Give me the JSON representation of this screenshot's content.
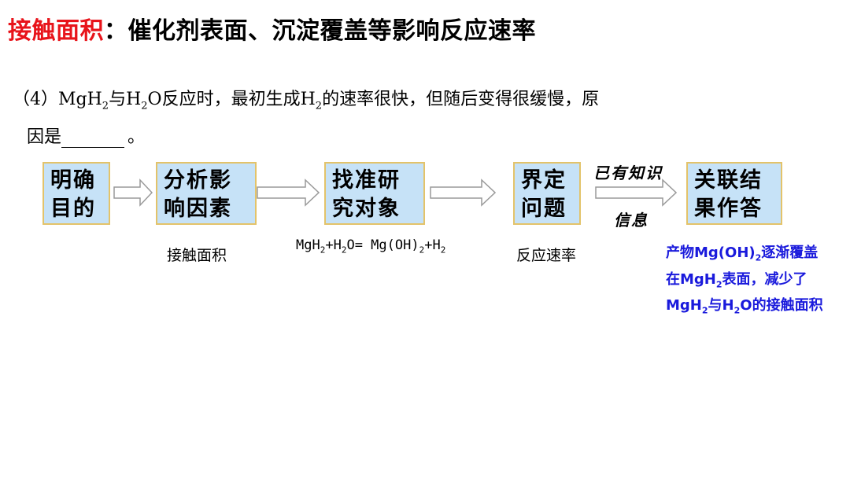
{
  "title": {
    "highlight": "接触面积",
    "rest": "：催化剂表面、沉淀覆盖等影响反应速率"
  },
  "question": {
    "prefix": "（4）MgH",
    "s1": "2",
    "p2": "与H",
    "s2": "2",
    "p3": "O反应时，最初生成H",
    "s3": "2",
    "p4": "的速率很快，但随后变得很缓慢，原",
    "line2_start": "因是",
    "line2_end": "。"
  },
  "steps": [
    {
      "line1": "明确",
      "line2": "目的"
    },
    {
      "line1": "分析影",
      "line2": "响因素"
    },
    {
      "line1": "找准研",
      "line2": "究对象"
    },
    {
      "line1": "界定",
      "line2": "问题"
    },
    {
      "line1": "关联结",
      "line2": "果作答"
    }
  ],
  "known_info": {
    "top": "已有知识",
    "bottom": "信息"
  },
  "notes": {
    "factor": "接触面积",
    "problem": "反应速率"
  },
  "formula": {
    "a": "MgH",
    "a_sub": "2",
    "b": "+H",
    "b_sub": "2",
    "c": "O= Mg(OH)",
    "c_sub": "2",
    "d": "+H",
    "d_sub": "2"
  },
  "result": {
    "l1a": "产物Mg(OH)",
    "l1s": "2",
    "l1b": "逐渐覆盖",
    "l2a": "在MgH",
    "l2s": "2",
    "l2b": "表面，减少了",
    "l3a": "MgH",
    "l3s": "2",
    "l3b": "与H",
    "l3s2": "2",
    "l3c": "O的接触面积"
  },
  "colors": {
    "box_fill": "#c6e2f7",
    "box_border": "#e3c36a",
    "title_red": "#e8141b",
    "result_blue": "#1a1adc"
  }
}
